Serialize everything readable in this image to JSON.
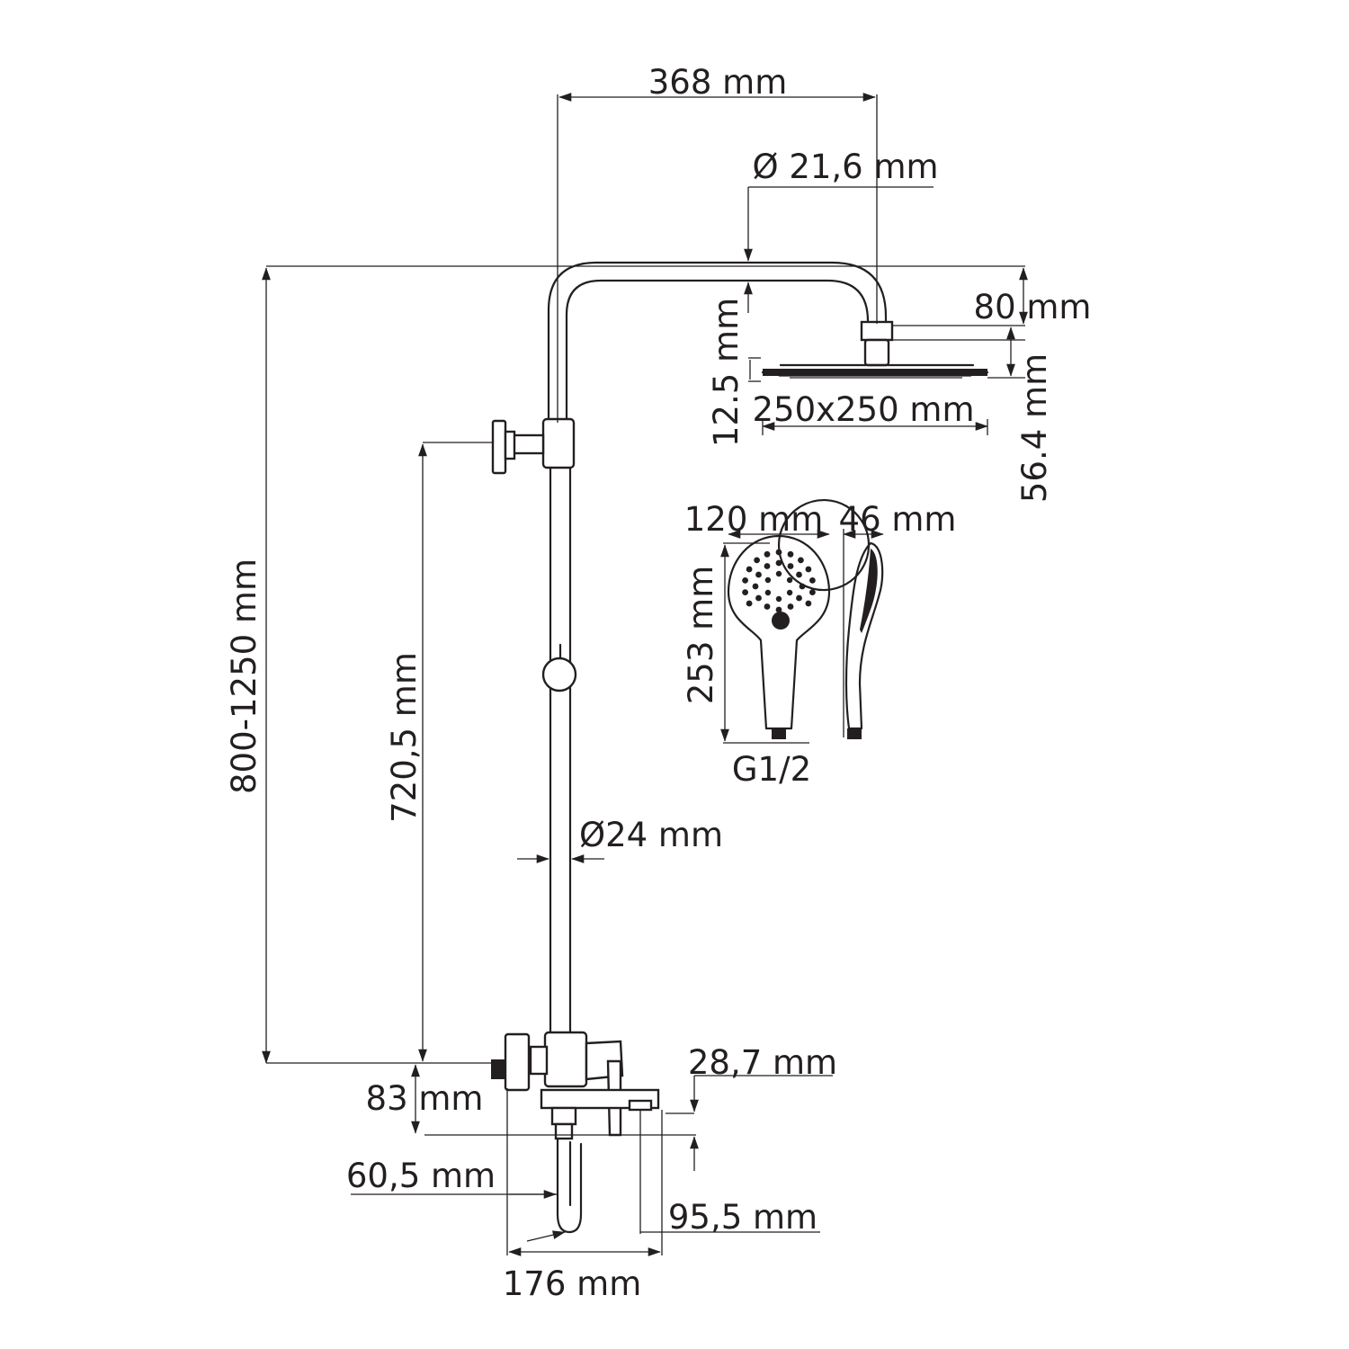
{
  "drawing": {
    "line_color": "#231f20",
    "background": "#ffffff",
    "dimensions": {
      "arm_length": "368 mm",
      "arm_diameter": "Ø 21,6 mm",
      "head_connector_height": "80 mm",
      "head_thickness": "12.5 mm",
      "head_size": "250x250 mm",
      "head_total_height": "56.4 mm",
      "hand_width": "120 mm",
      "hand_depth": "46 mm",
      "hand_length": "253 mm",
      "hand_thread": "G1/2",
      "column_height": "800-1250 mm",
      "holder_height": "720,5 mm",
      "column_diameter": "Ø24 mm",
      "spout_height": "28,7 mm",
      "outlet_height": "83 mm",
      "hose_offset": "60,5 mm",
      "spout_projection": "95,5 mm",
      "mixer_width": "176 mm"
    }
  }
}
